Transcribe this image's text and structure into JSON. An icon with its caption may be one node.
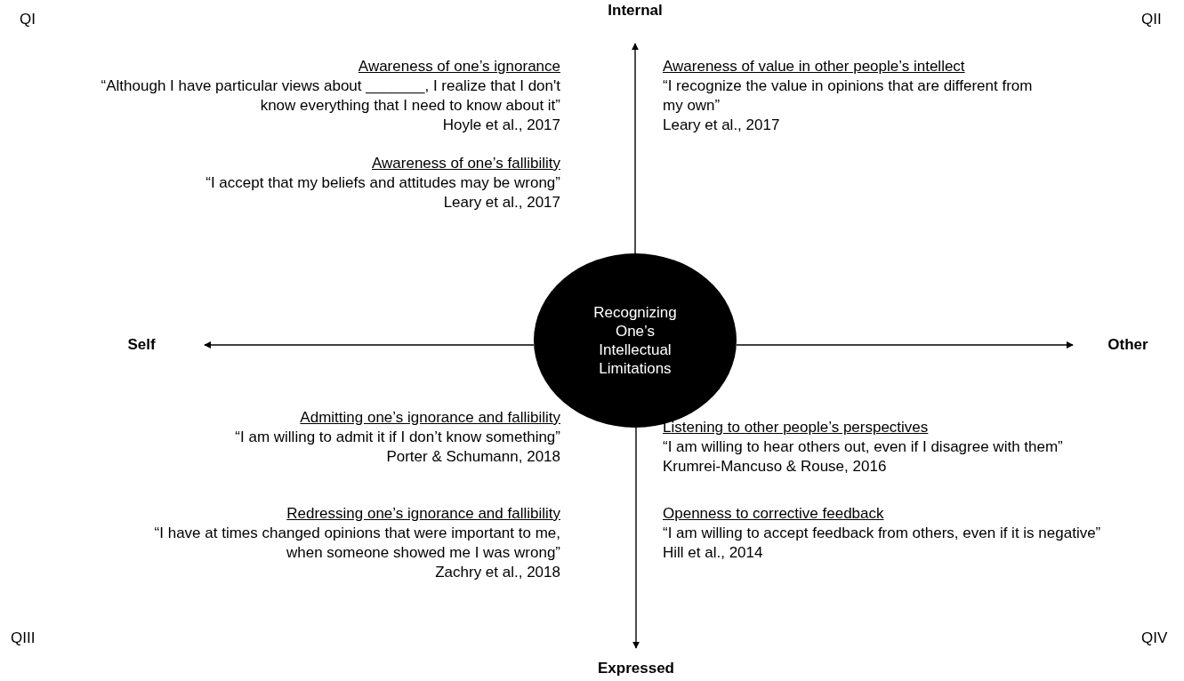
{
  "diagram": {
    "nodes": [
      {
        "text": [
          "Internal"
        ]
      },
      {
        "text": [
          "Self"
        ]
      },
      {
        "text": [
          "Recognizing One’s Intellectual Limitations"
        ]
      },
      {
        "text": [
          "Other"
        ]
      },
      {
        "text": [
          "Expressed"
        ]
      }
    ],
    "edges": [
      {
        "from": 2,
        "to": 0,
        "arrow": "to"
      },
      {
        "from": 2,
        "to": 1,
        "arrow": "to"
      },
      {
        "from": 2,
        "to": 3,
        "arrow": "to"
      },
      {
        "from": 2,
        "to": 4,
        "arrow": "to"
      }
    ],
    "labels": [
      "QI",
      "QII",
      "Awareness of one’s ignorance",
      "“Although I have particular views about _______, I realize that I don't know everything that I need to know about it”",
      "Hoyle et al., 2017",
      "Awareness of value in other people’s intellect",
      "“I recognize the value in opinions that are different from my own”",
      "Leary et al., 2017",
      "Awareness of one’s fallibility",
      "“I accept that my beliefs and attitudes may be wrong”",
      "Leary et al., 2017",
      "Admitting one’s ignorance and fallibility",
      "“I am willing to admit it if I don’t know something”",
      "Porter & Schumann, 2018",
      "Listening to other people’s perspectives",
      "“I am willing to hear others out, even if I disagree with them”",
      "Krumrei-Mancuso & Rouse, 2016",
      "Redressing one’s ignorance and fallibility",
      "“I have at times changed opinions that were important to me, when someone showed me I was wrong”",
      "Zachry et al., 2018",
      "Openness to corrective feedback",
      "“I am willing to accept feedback from others, even if it is negative”",
      "Hill et al., 2014",
      "QIII",
      "QIV"
    ]
  }
}
